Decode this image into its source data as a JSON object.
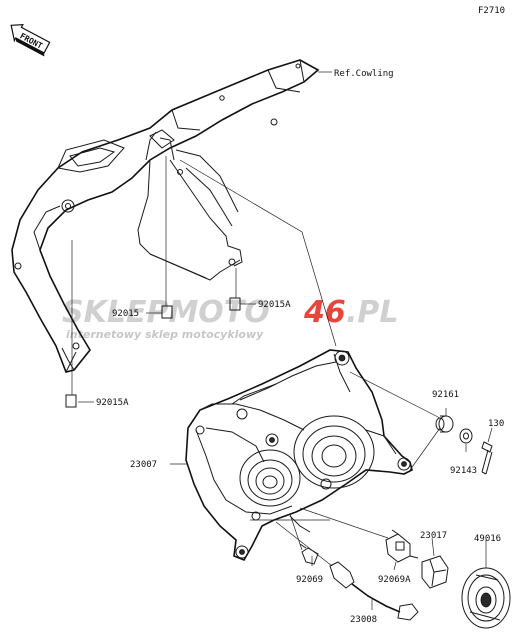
{
  "figure_code": "F2710",
  "front_arrow": "FRONT",
  "ref_note": "Ref.Cowling",
  "watermark": {
    "brand_left": "SKLEPMOTO",
    "brand_num": "46",
    "brand_tld": ".PL",
    "tagline": "internetowy sklep motocyklowy",
    "color_grey": "#c8c8c8",
    "color_red": "#e3261b"
  },
  "parts": [
    {
      "id": "p-92015",
      "label": "92015"
    },
    {
      "id": "p-92015a-1",
      "label": "92015A"
    },
    {
      "id": "p-92015a-2",
      "label": "92015A"
    },
    {
      "id": "p-92161",
      "label": "92161"
    },
    {
      "id": "p-130",
      "label": "130"
    },
    {
      "id": "p-92143",
      "label": "92143"
    },
    {
      "id": "p-23007",
      "label": "23007"
    },
    {
      "id": "p-23017",
      "label": "23017"
    },
    {
      "id": "p-49016",
      "label": "49016"
    },
    {
      "id": "p-92069",
      "label": "92069"
    },
    {
      "id": "p-92069a",
      "label": "92069A"
    },
    {
      "id": "p-23008",
      "label": "23008"
    }
  ]
}
